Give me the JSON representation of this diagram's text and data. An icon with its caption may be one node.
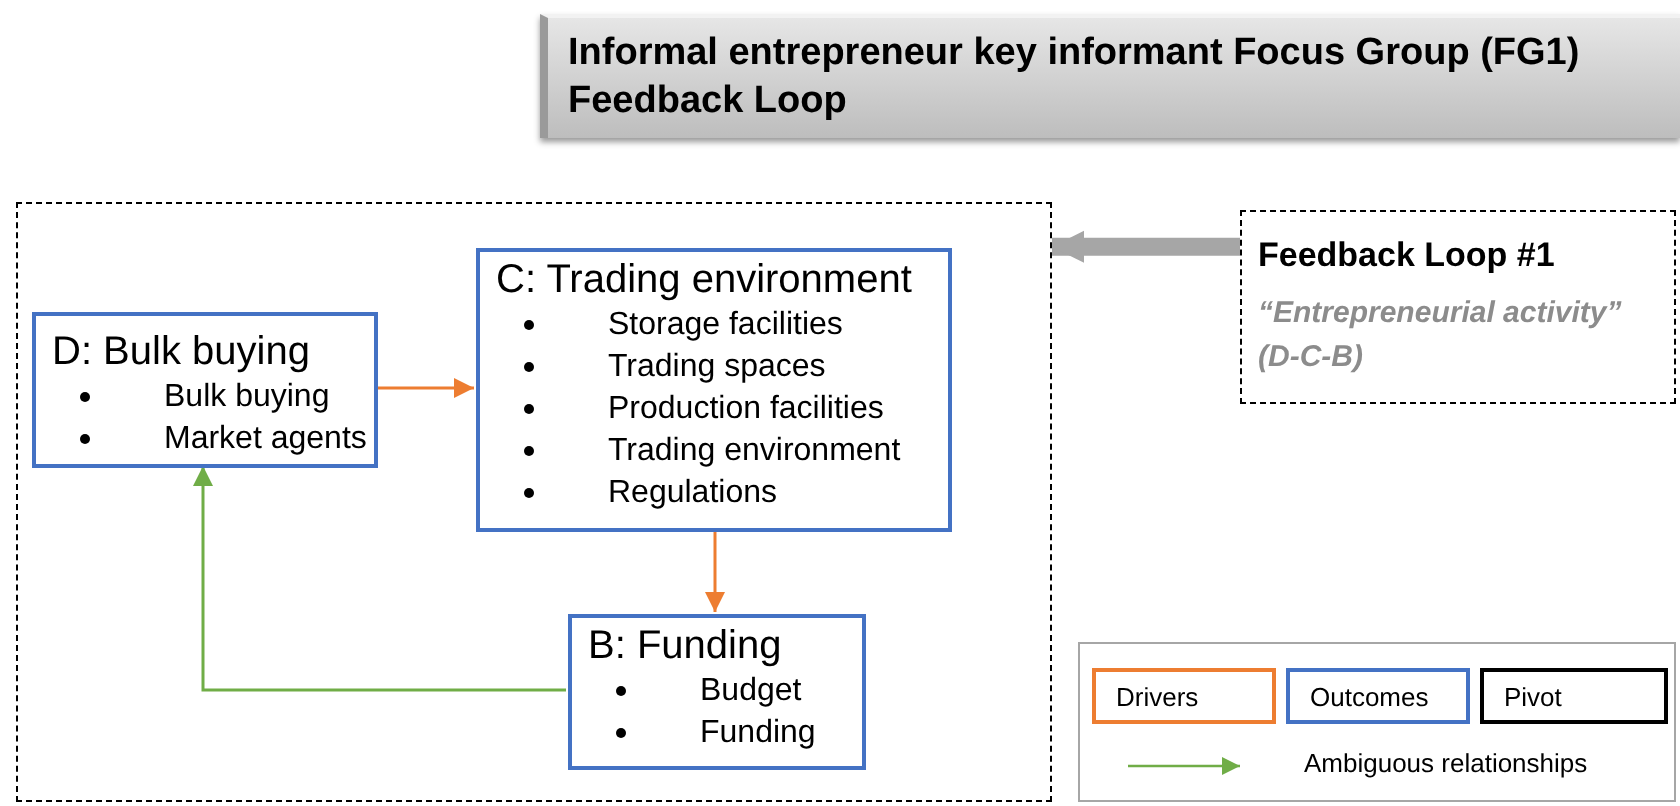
{
  "diagram": {
    "title": "Informal entrepreneur key informant Focus Group (FG1) Feedback Loop",
    "nodes": [
      {
        "text": [],
        "shape": "box"
      },
      {
        "text": [
          "D: Bulk buying",
          "Bulk buying",
          "Market agents"
        ],
        "in": 0
      },
      {
        "text": [
          "C: Trading environment",
          "Storage facilities",
          "Trading spaces",
          "Production facilities",
          "Trading environment",
          "Regulations"
        ],
        "in": 0
      },
      {
        "text": [
          "B: Funding",
          "Budget",
          "Funding"
        ],
        "in": 0
      },
      {
        "text": [
          "Feedback Loop #1",
          "“Entrepreneurial activity” (D-C-B)"
        ]
      }
    ],
    "edges": [
      {
        "from": 1,
        "to": 2,
        "arrow": "to"
      },
      {
        "from": 2,
        "to": 3,
        "arrow": "to"
      },
      {
        "from": 3,
        "to": 1,
        "arrow": "to",
        "color": "#70ad47"
      },
      {
        "from": 4,
        "to": 0,
        "arrow": "to",
        "style": "thick",
        "color": "#a6a6a6"
      }
    ],
    "legend": [
      {
        "text": "Drivers",
        "color": "#ed7d31"
      },
      {
        "text": "Outcomes",
        "color": "#4472c4"
      },
      {
        "text": "Pivot",
        "color": "#000000"
      },
      {
        "text": "Ambiguous relationships",
        "color": "#70ad47"
      }
    ]
  }
}
